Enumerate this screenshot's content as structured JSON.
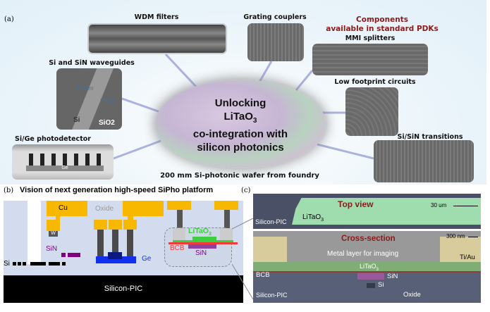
{
  "panel_a": {
    "label": "(a)",
    "components_heading": [
      "Components",
      "available in standard PDKs"
    ],
    "components": {
      "wdm": "WDM filters",
      "grating": "Grating couplers",
      "mmi": "MMI splitters",
      "low_footprint": "Low footprint circuits",
      "transitions": "Si/SiN transitions",
      "waveguides": "Si and SiN waveguides",
      "photodetector": "Si/Ge photodetector"
    },
    "waveguide_annotations": {
      "width": "450nm",
      "height": "220nm",
      "core": "Si",
      "cladding": "SiO2"
    },
    "photodetector_annotation": "Ge",
    "wafer_text": [
      "Unlocking",
      "LiTaO",
      "3",
      "co-integration with",
      "silicon photonics"
    ],
    "wafer_caption": "200 mm Si-photonic wafer from foundry",
    "colors": {
      "heading": "#8b1a1a",
      "connector": "#9aa0d8"
    }
  },
  "panel_b": {
    "label": "(b)",
    "title": "Vision of next generation high-speed SiPho platform",
    "labels": {
      "cu": "Cu",
      "oxide": "Oxide",
      "w": "W",
      "sin": "SiN",
      "si": "Si",
      "ge": "Ge",
      "litao": "LiTaO",
      "litao_sub": "3",
      "bcb": "BCB",
      "sin2": "SiN",
      "substrate": "Silicon-PIC"
    },
    "colors": {
      "cu": "#f8b800",
      "oxide_bg": "#d3dcee",
      "ge": "#1030ee",
      "sin": "#800080",
      "litao": "#3fce3f",
      "bcb": "#ef3b3b"
    }
  },
  "panel_c": {
    "label": "(c)",
    "top_view": {
      "title": "Top view",
      "scale": "30 um",
      "material": "LiTaO",
      "material_sub": "3",
      "substrate": "Silicon-PIC"
    },
    "cross_section": {
      "title": "Cross-section",
      "scale": "300 nm",
      "metal": "Metal layer for imaging",
      "tiau": "Ti/Au",
      "litao": "LiTaO",
      "litao_sub": "3",
      "bcb": "BCB",
      "sin": "SiN",
      "si": "Si",
      "substrate": "Silicon-PIC",
      "oxide": "Oxide"
    }
  }
}
